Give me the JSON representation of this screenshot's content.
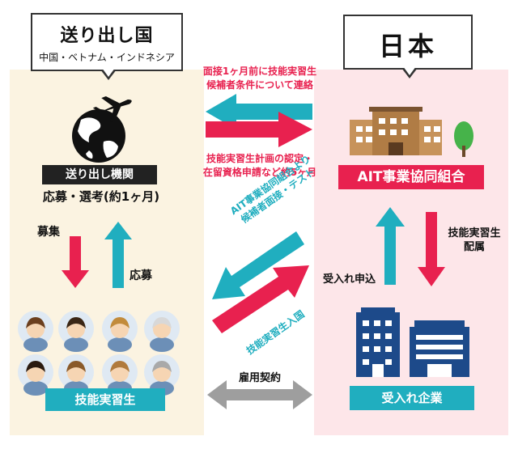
{
  "sending_country": {
    "title": "送り出し国",
    "subtitle": "中国・ベトナム・インドネシア",
    "agency_label": "送り出し機関",
    "application_note": "応募・選考(約1ヶ月)",
    "recruit_label": "募集",
    "apply_label": "応募",
    "trainees_label": "技能実習生"
  },
  "japan": {
    "title": "日本",
    "union_label": "AIT事業協同組合",
    "dispatch_label": "技能実習生\n配属",
    "request_label": "受入れ申込",
    "company_label": "受入れ企業"
  },
  "center": {
    "top_note": "面接1ヶ月前に技能実習生\n候補者条件について連絡",
    "plan_note": "技能実習生計画の認定・\n在留資格申請など約5ヶ月",
    "interview_note": "AIT事業協同組合より\n候補者面接・テスト",
    "entry_note": "技能実習生入国",
    "contract_label": "雇用契約"
  },
  "colors": {
    "red": "#e8214f",
    "teal": "#20aebf",
    "gray": "#9e9e9e",
    "panel_left": "#fbf3e1",
    "panel_right": "#fde6e9"
  },
  "icons": [
    "globe-airplane-icon",
    "apartment-building-icon",
    "tree-icon",
    "office-building-icon",
    "person-avatar-icon"
  ]
}
